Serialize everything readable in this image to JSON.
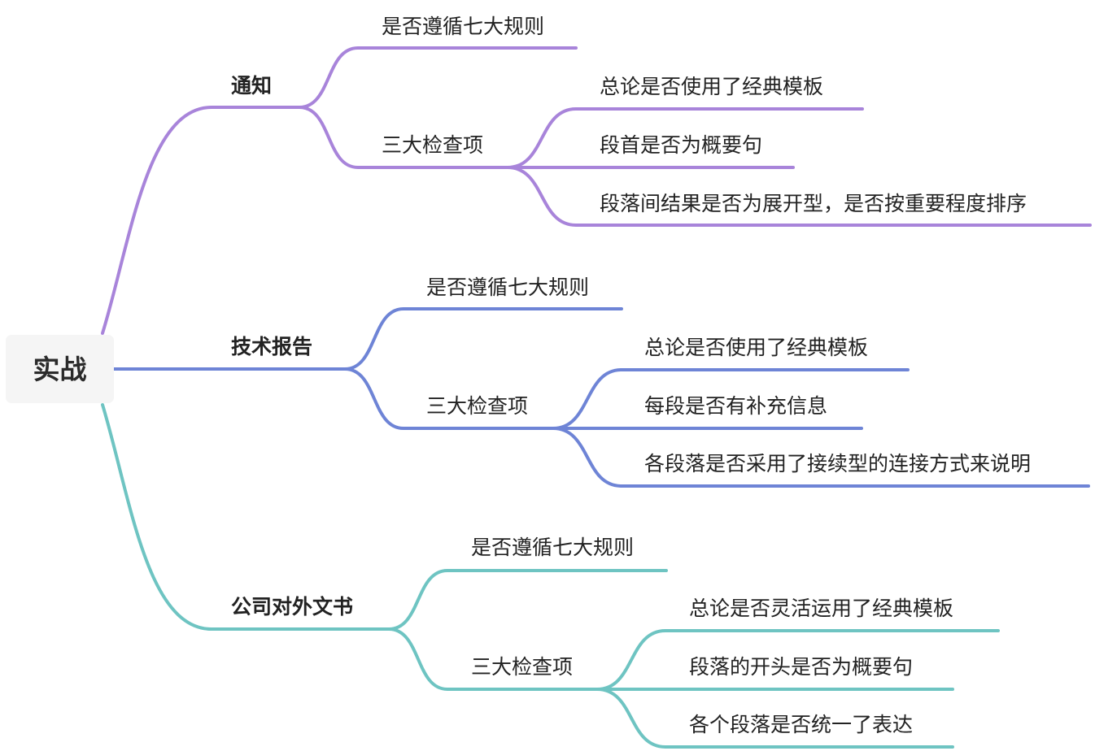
{
  "root": {
    "label": "实战"
  },
  "colors": {
    "branch1": "#a884da",
    "branch2": "#6e84d6",
    "branch3": "#6ec4c2"
  },
  "branches": [
    {
      "label": "通知",
      "children": [
        {
          "label": "是否遵循七大规则"
        },
        {
          "label": "三大检查项",
          "children": [
            {
              "label": "总论是否使用了经典模板"
            },
            {
              "label": "段首是否为概要句"
            },
            {
              "label": "段落间结果是否为展开型，是否按重要程度排序"
            }
          ]
        }
      ]
    },
    {
      "label": "技术报告",
      "children": [
        {
          "label": "是否遵循七大规则"
        },
        {
          "label": "三大检查项",
          "children": [
            {
              "label": "总论是否使用了经典模板"
            },
            {
              "label": "每段是否有补充信息"
            },
            {
              "label": "各段落是否采用了接续型的连接方式来说明"
            }
          ]
        }
      ]
    },
    {
      "label": "公司对外文书",
      "children": [
        {
          "label": "是否遵循七大规则"
        },
        {
          "label": "三大检查项",
          "children": [
            {
              "label": "总论是否灵活运用了经典模板"
            },
            {
              "label": "段落的开头是否为概要句"
            },
            {
              "label": "各个段落是否统一了表达"
            }
          ]
        }
      ]
    }
  ]
}
